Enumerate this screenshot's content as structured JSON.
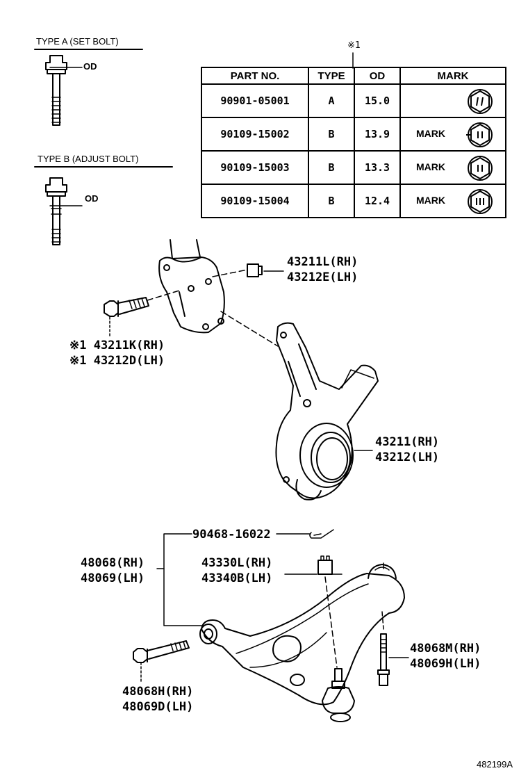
{
  "bolt_types": {
    "type_a": {
      "title": "TYPE A (SET BOLT)",
      "od_label": "OD"
    },
    "type_b": {
      "title": "TYPE B (ADJUST BOLT)",
      "od_label": "OD"
    }
  },
  "table": {
    "note_symbol": "※1",
    "headers": {
      "part_no": "PART NO.",
      "type": "TYPE",
      "od": "OD",
      "mark": "MARK"
    },
    "rows": [
      {
        "part_no": "90901-05001",
        "type": "A",
        "od": "15.0",
        "mark": "",
        "mark_icon": "mark-symbol-set-bolt-icon"
      },
      {
        "part_no": "90109-15002",
        "type": "B",
        "od": "13.9",
        "mark": "MARK",
        "mark_icon": "mark-symbol-two-line-icon"
      },
      {
        "part_no": "90109-15003",
        "type": "B",
        "od": "13.3",
        "mark": "MARK",
        "mark_icon": "mark-symbol-two-line-icon"
      },
      {
        "part_no": "90109-15004",
        "type": "B",
        "od": "12.4",
        "mark": "MARK",
        "mark_icon": "mark-symbol-three-line-icon"
      }
    ]
  },
  "callouts": {
    "nut_top": {
      "rh": "43211L(RH)",
      "lh": "43212E(LH)"
    },
    "bolt_top": {
      "rh": "※1 43211K(RH)",
      "lh": "※1 43212D(LH)"
    },
    "knuckle": {
      "rh": "43211(RH)",
      "lh": "43212(LH)"
    },
    "cotter_pin": {
      "part": "90468-16022"
    },
    "lower_arm": {
      "rh": "48068(RH)",
      "lh": "48069(LH)"
    },
    "ball_joint": {
      "rh": "43330L(RH)",
      "lh": "43340B(LH)"
    },
    "rear_bolt": {
      "rh": "48068M(RH)",
      "lh": "48069H(LH)"
    },
    "front_bolt": {
      "rh": "48068H(RH)",
      "lh": "48069D(LH)"
    }
  },
  "figure_code": "482199A"
}
